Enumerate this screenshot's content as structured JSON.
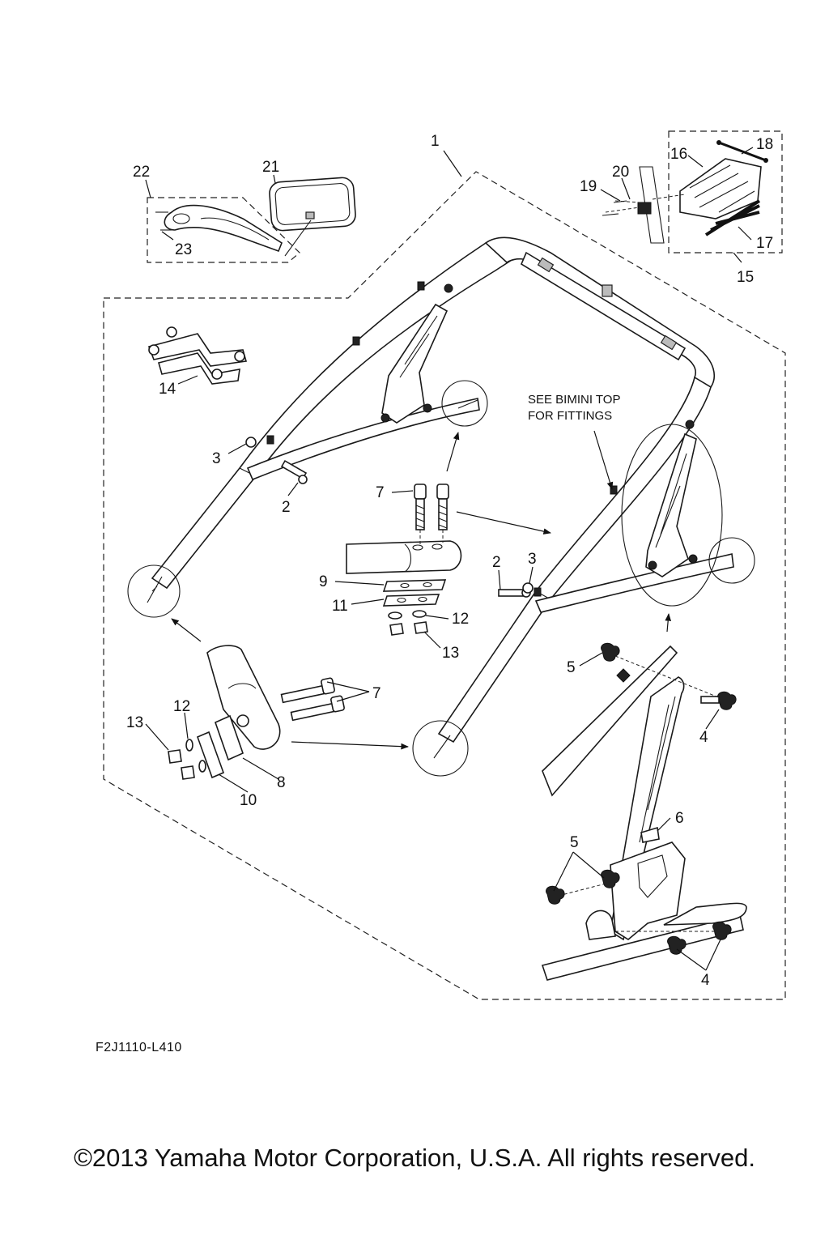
{
  "callouts": {
    "c1": "1",
    "c2a": "2",
    "c2b": "2",
    "c3a": "3",
    "c3b": "3",
    "c4a": "4",
    "c4b": "4",
    "c5a": "5",
    "c5b": "5",
    "c6": "6",
    "c7a": "7",
    "c7b": "7",
    "c8": "8",
    "c9": "9",
    "c10": "10",
    "c11": "11",
    "c12a": "12",
    "c12b": "12",
    "c13a": "13",
    "c13b": "13",
    "c14": "14",
    "c15": "15",
    "c16": "16",
    "c17": "17",
    "c18": "18",
    "c19": "19",
    "c20": "20",
    "c21": "21",
    "c22": "22",
    "c23": "23"
  },
  "note": {
    "line1": "SEE BIMINI TOP",
    "line2": "FOR FITTINGS"
  },
  "diagram_code": "F2J1110-L410",
  "copyright": "©2013 Yamaha Motor Corporation, U.S.A. All rights reserved."
}
